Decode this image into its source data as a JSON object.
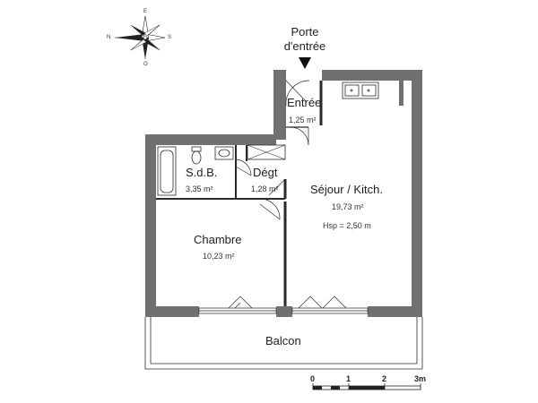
{
  "colors": {
    "wall": "#707070",
    "line": "#2a2a2a",
    "text": "#222222",
    "background": "#ffffff"
  },
  "compass": {
    "letters": {
      "n": "N",
      "e": "E",
      "s": "S",
      "o": "O"
    }
  },
  "entrance": {
    "line1": "Porte",
    "line2": "d'entrée"
  },
  "rooms": {
    "entree": {
      "name": "Entrée",
      "area": "1,25 m²"
    },
    "sdb": {
      "name": "S.d.B.",
      "area": "3,35 m²"
    },
    "degt": {
      "name": "Dégt",
      "area": "1,28 m²"
    },
    "sejour": {
      "name": "Séjour / Kitch.",
      "area": "19,73 m²",
      "height": "Hsp = 2,50 m"
    },
    "chambre": {
      "name": "Chambre",
      "area": "10,23 m²"
    },
    "balcon": {
      "name": "Balcon"
    }
  },
  "scale": {
    "ticks": [
      "0",
      "1",
      "2",
      "3m"
    ]
  }
}
